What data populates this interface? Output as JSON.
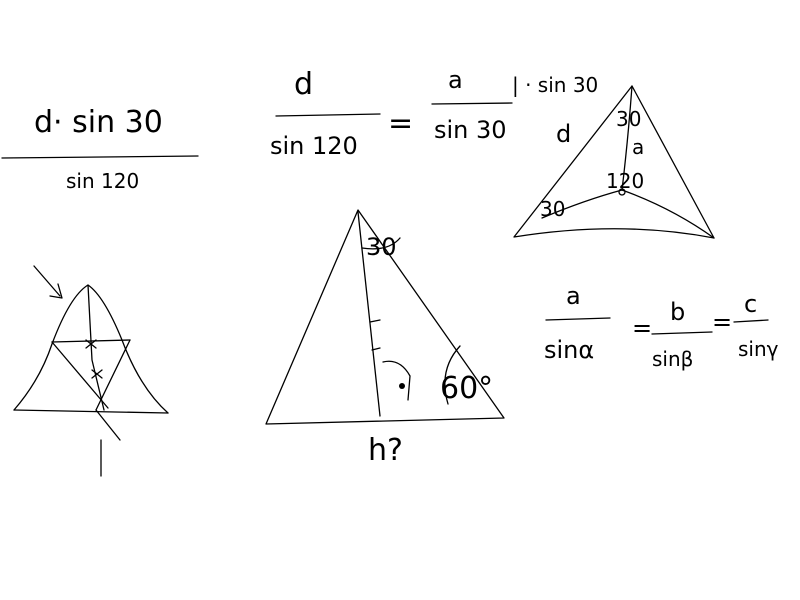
{
  "canvas": {
    "background": "#ffffff",
    "ink_color": "#000000"
  },
  "notes": {
    "fraction_left": {
      "numerator": "d· sin 30",
      "denominator": "sin 120"
    },
    "fraction_top": {
      "lhs_numerator": "d",
      "lhs_denominator": "sin 120",
      "equals": "=",
      "rhs_numerator": "a",
      "rhs_denominator": "sin 30",
      "side_note": "| · sin 30",
      "side_note_2": "d"
    },
    "triangle_top_right": {
      "angle_top": "30",
      "side_label": "a",
      "angle_middle": "120",
      "angle_left": "30"
    },
    "triangle_center": {
      "angle_top": "30",
      "angle_right": "60°",
      "unknown_label": "h?"
    },
    "law_of_sines": {
      "a_num": "a",
      "a_den": "sinα",
      "eq1": "=",
      "b_num": "b",
      "b_den": "sinβ",
      "eq2": "=",
      "c_num": "c",
      "c_den": "sinγ"
    }
  }
}
